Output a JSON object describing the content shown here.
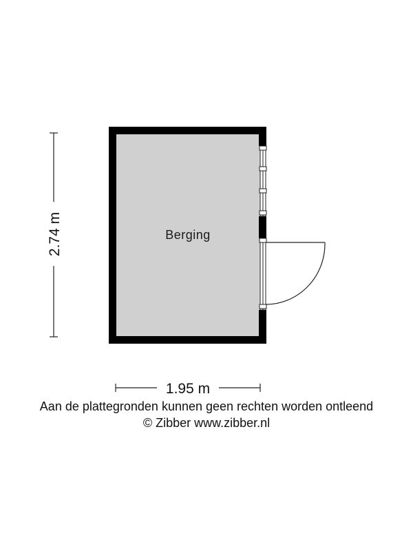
{
  "floorplan": {
    "room_name": "Berging",
    "width_label": "1.95 m",
    "height_label": "2.74 m"
  },
  "footer": {
    "disclaimer": "Aan de plattegronden kunnen geen rechten worden ontleend",
    "copyright": "© Zibber www.zibber.nl"
  },
  "colors": {
    "wall": "#000000",
    "floor": "#d0d0d0",
    "line": "#222222"
  }
}
